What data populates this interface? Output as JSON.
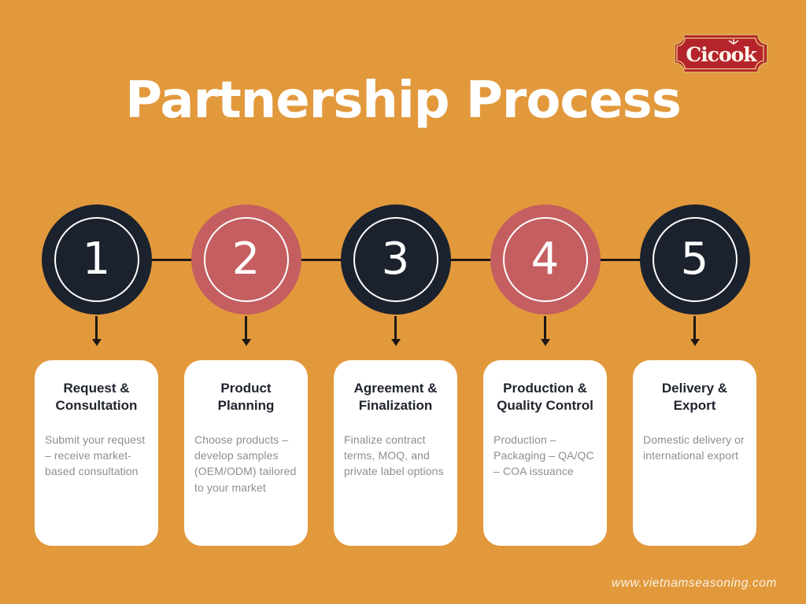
{
  "header": {
    "title": "Partnership Process"
  },
  "logo": {
    "text": "Cicook"
  },
  "steps": [
    {
      "number": "1",
      "color": "dark",
      "title": "Request &\nConsultation",
      "description": "Submit your request – receive market-based consultation"
    },
    {
      "number": "2",
      "color": "red",
      "title": "Product\nPlanning",
      "description": "Choose products – develop samples (OEM/ODM) tailored to your market"
    },
    {
      "number": "3",
      "color": "dark",
      "title": "Agreement &\nFinalization",
      "description": "Finalize contract terms, MOQ, and private label options"
    },
    {
      "number": "4",
      "color": "red",
      "title": "Production &\nQuality Control",
      "description": "Production – Packaging – QA/QC – COA issuance"
    },
    {
      "number": "5",
      "color": "dark",
      "title": "Delivery &\nExport",
      "description": "Domestic delivery or international export"
    }
  ],
  "footer": {
    "website": "www.vietnamseasoning.com"
  },
  "colors": {
    "background": "#E2993C",
    "title_color": "#FFFFFF",
    "step_dark": "#1B222E",
    "step_red": "#C55E60",
    "connector": "#1D1814",
    "card_bg": "#FFFFFF",
    "card_title": "#20242E",
    "card_body": "#8A8E97",
    "logo_red": "#B5242B",
    "logo_border": "#D9A853",
    "logo_inner_line": "#EFCB87"
  }
}
